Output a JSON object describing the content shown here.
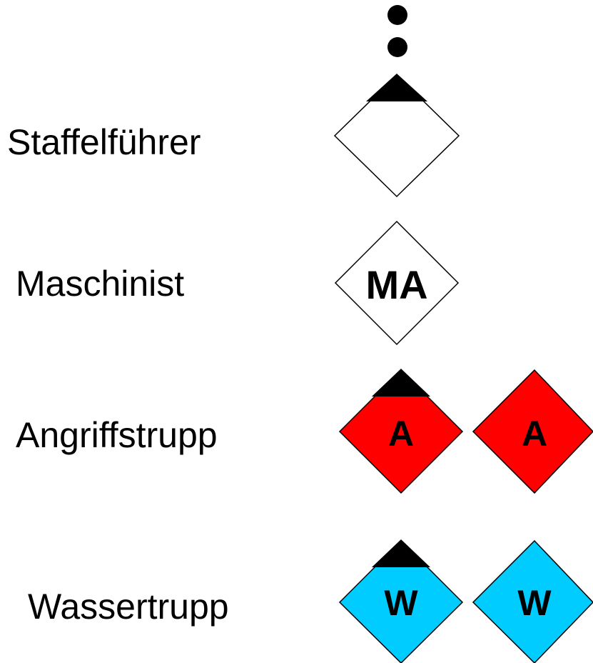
{
  "colors": {
    "outline": "#000000",
    "leader_fill": "#ffffff",
    "machinist_fill": "#ffffff",
    "attack_fill": "#ff0000",
    "water_fill": "#00ccff"
  },
  "rank_markers": [
    "dot-icon",
    "dot-icon",
    "triangle-icon"
  ],
  "roles": [
    {
      "label": "Staffelführer",
      "badges": []
    },
    {
      "label": "Maschinist",
      "badges": [
        "MA"
      ]
    },
    {
      "label": "Angriffstrupp",
      "badges": [
        "A",
        "A"
      ]
    },
    {
      "label": "Wassertrupp",
      "badges": [
        "W",
        "W"
      ]
    }
  ]
}
